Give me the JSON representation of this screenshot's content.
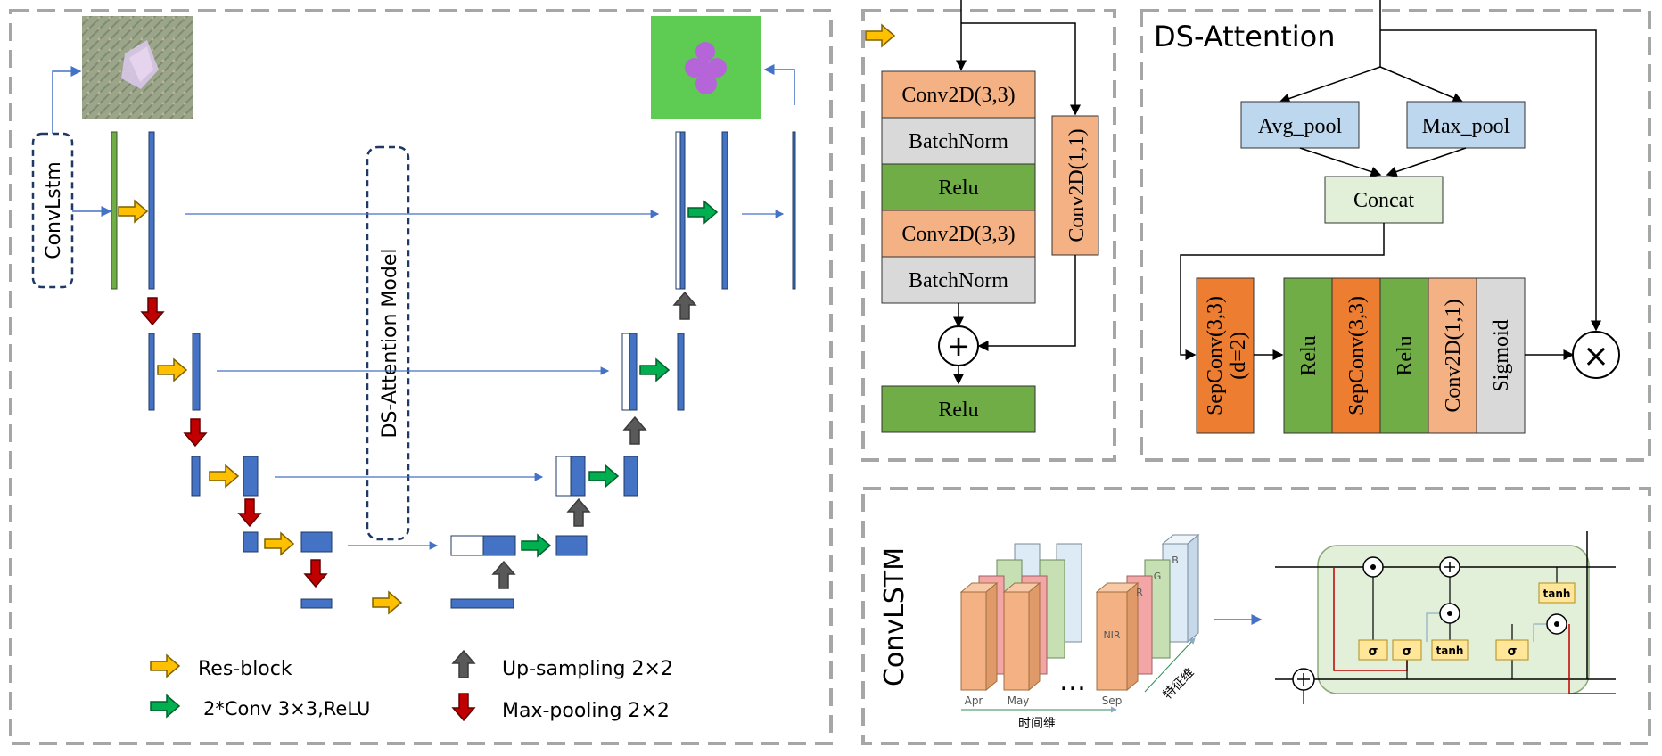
{
  "unet": {
    "convlstm_label": "ConvLstm",
    "ds_model_label": "DS-Attention Model",
    "input_image_desc": "satellite input patch",
    "output_image_desc": "segmentation output mask"
  },
  "legend": {
    "res_block": "Res-block",
    "conv": "2*Conv 3×3,ReLU",
    "upsampling": "Up-sampling  2×2",
    "maxpool": "Max-pooling  2×2"
  },
  "resblock": {
    "conv1": "Conv2D(3,3)",
    "bn1": "BatchNorm",
    "relu1": "Relu",
    "conv2": "Conv2D(3,3)",
    "bn2": "BatchNorm",
    "shortcut": "Conv2D(1,1)",
    "plus": "+",
    "relu_out": "Relu"
  },
  "ds_attention": {
    "title": "DS-Attention",
    "avg_pool": "Avg_pool",
    "max_pool": "Max_pool",
    "concat": "Concat",
    "sepconv1": "SepConv(3,3)",
    "sepconv1_d": "(d=2)",
    "relu1": "Relu",
    "sepconv2": "SepConv(3,3)",
    "relu2": "Relu",
    "conv11": "Conv2D(1,1)",
    "sigmoid": "Sigmoid",
    "multiply": "×"
  },
  "convlstm_panel": {
    "title": "ConvLSTM",
    "months": [
      "Apr",
      "May",
      "Sep"
    ],
    "channels": [
      "NIR",
      "R",
      "G",
      "B"
    ],
    "dots": "…",
    "time_axis": "时间维",
    "feature_axis": "特征维",
    "gates": [
      "σ",
      "σ",
      "tanh",
      "σ"
    ],
    "tanh_top": "tanh"
  },
  "colors": {
    "blue_bar": "#4472C4",
    "green_bar": "#70AD47",
    "yellow_arrow": "#FFC000",
    "green_arrow": "#00B050",
    "red_arrow": "#C00000",
    "gray_arrow": "#595959",
    "orange_light": "#F4B183",
    "orange_dark": "#ED7D31",
    "green_block": "#70AD47",
    "gray_block": "#D9D9D9",
    "blue_light": "#BDD7EE",
    "green_light": "#E2F0D9",
    "cell_bg": "#E2EFD9"
  }
}
